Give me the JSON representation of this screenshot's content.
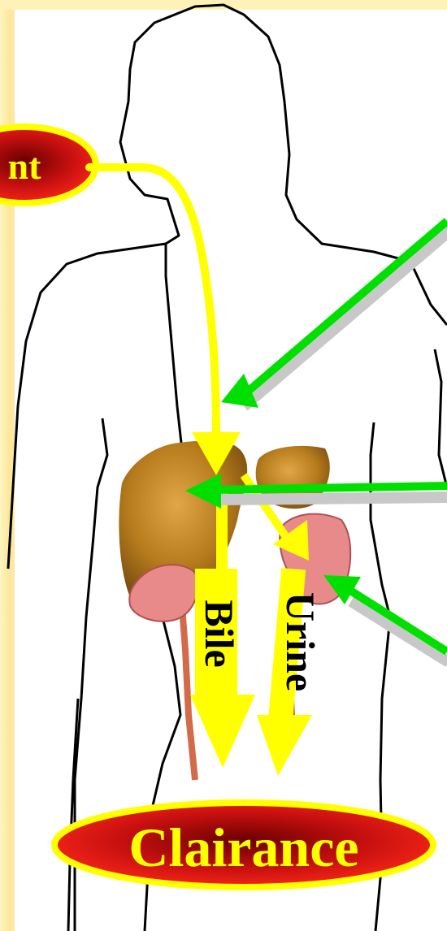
{
  "labels": {
    "top_left_oval": "nt",
    "bile": "Bile",
    "urine": "Urine",
    "clearance": "Clairance"
  },
  "colors": {
    "background_stripe": "#fde79a",
    "flow_arrow": "#ffff00",
    "input_arrow": "#00e000",
    "oval_fill": "#d01010",
    "oval_border": "#ffff00",
    "outline": "#000000",
    "liver": "#b8801e",
    "kidney": "#e88a8a"
  }
}
